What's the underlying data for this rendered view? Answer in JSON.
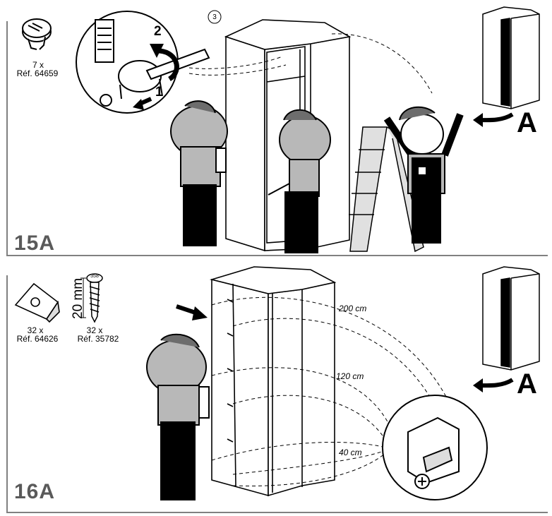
{
  "step15": {
    "label": "15A",
    "hardware": {
      "qty": "7 x",
      "ref": "Réf. 64659"
    },
    "callouts": {
      "part_number": "3",
      "turn": "2",
      "push": "1"
    },
    "position_marker": "A"
  },
  "step16": {
    "label": "16A",
    "hardware_bracket": {
      "qty": "32 x",
      "ref": "Réf. 64626"
    },
    "hardware_screw": {
      "qty": "32 x",
      "ref": "Réf. 35782",
      "length": "20 mm",
      "head_code": "358"
    },
    "distances": [
      "200 cm",
      "120 cm",
      "40 cm"
    ],
    "position_marker": "A"
  },
  "colors": {
    "line": "#000000",
    "panel_border": "#808080",
    "label_gray": "#5a5a5a",
    "cap_gray": "#8a8a8a",
    "shirt_gray": "#b8b8b8"
  }
}
